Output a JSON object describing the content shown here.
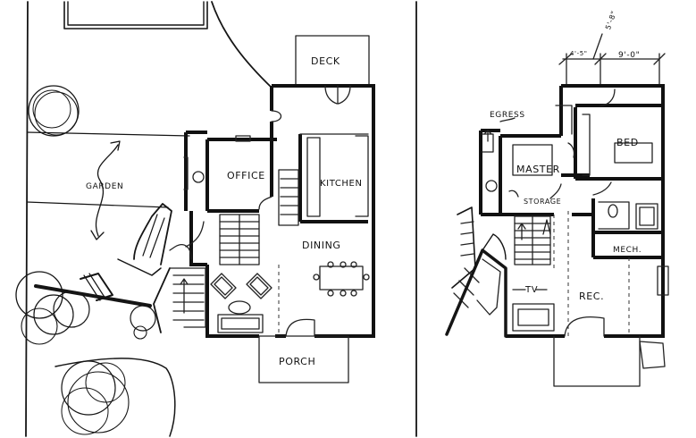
{
  "main_floor": {
    "deck": "DECK",
    "office": "OFFICE",
    "kitchen": "KITCHEN",
    "dining": "DINING",
    "porch": "PORCH",
    "garden": "GARDEN"
  },
  "lower_floor": {
    "egress": "EGRESS",
    "master": "MASTER",
    "bed": "BED",
    "storage": "STORAGE",
    "mech": "MECH.",
    "tv": "TV",
    "rec": "REC.",
    "dim_left": "4'-5\"",
    "dim_right": "9'-0\"",
    "dim_top": "5'-8\""
  }
}
